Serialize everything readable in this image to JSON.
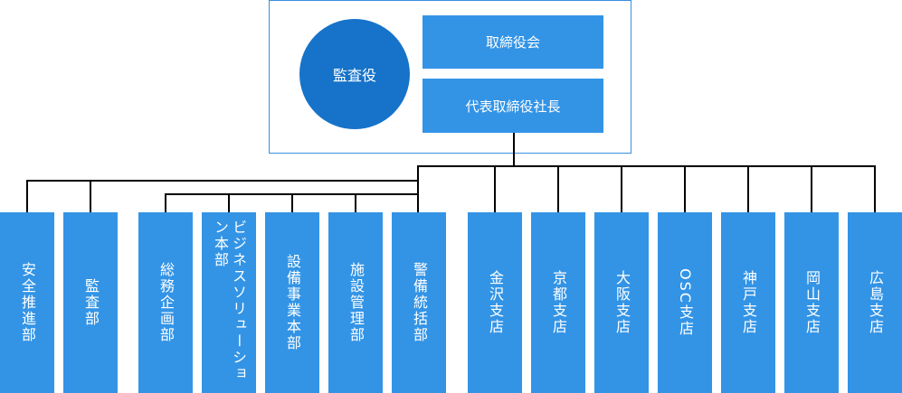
{
  "top": {
    "auditor": "監査役",
    "board": "取締役会",
    "president": "代表取締役社長"
  },
  "departments": [
    "安全推進部",
    "監査部",
    "総務企画部",
    "ビジネスソリューション本部",
    "設備事業本部",
    "施設管理部",
    "警備統括部"
  ],
  "branches": [
    "金沢支店",
    "京都支店",
    "大阪支店",
    "OSC支店",
    "神戸支店",
    "岡山支店",
    "広島支店"
  ],
  "colors": {
    "box": "#3394e6",
    "circle": "#1673c9",
    "frame": "#3a8ee0"
  }
}
